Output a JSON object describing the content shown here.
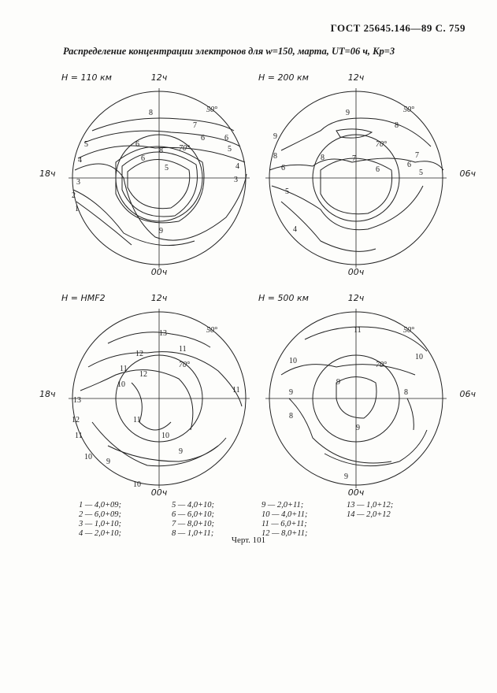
{
  "header": "ГОСТ 25645.146—89 С. 759",
  "title": "Распределение концентрации электронов для w=150, марта, UT=06 ч, Kp=3",
  "panels": [
    {
      "height": "H = 110 км",
      "north": "12ч",
      "south": "00ч",
      "west": "18ч",
      "east": "",
      "ring_label": "50°",
      "inner_label": "70°",
      "contours": [
        "8",
        "7",
        "6",
        "5",
        "4",
        "3",
        "2",
        "1",
        "6",
        "5",
        "8",
        "6",
        "9",
        "3",
        "6",
        "5",
        "4"
      ]
    },
    {
      "height": "H = 200 км",
      "north": "12ч",
      "south": "00ч",
      "west": "",
      "east": "06ч",
      "ring_label": "50°",
      "inner_label": "70°",
      "contours": [
        "9",
        "9",
        "8",
        "6",
        "8",
        "7",
        "6",
        "5",
        "4",
        "7",
        "6",
        "5",
        "8"
      ]
    },
    {
      "height": "H = HMF2",
      "north": "12ч",
      "south": "00ч",
      "west": "18ч",
      "east": "",
      "ring_label": "50°",
      "inner_label": "70°",
      "contours": [
        "13",
        "12",
        "11",
        "11",
        "12",
        "10",
        "11",
        "10",
        "13",
        "12",
        "11",
        "10",
        "9",
        "10",
        "9",
        "11"
      ]
    },
    {
      "height": "H = 500 км",
      "north": "12ч",
      "south": "00ч",
      "west": "",
      "east": "06ч",
      "ring_label": "50°",
      "inner_label": "70°",
      "contours": [
        "11",
        "10",
        "9",
        "8",
        "9",
        "8",
        "9",
        "10",
        "9"
      ]
    }
  ],
  "legend": [
    [
      "1 — 4,0+09;",
      "2 — 6,0+09;",
      "3 — 1,0+10;",
      "4 — 2,0+10;"
    ],
    [
      "5 — 4,0+10;",
      "6 — 6,0+10;",
      "7 — 8,0+10;",
      "8 — 1,0+11;"
    ],
    [
      "9 — 2,0+11;",
      "10 — 4,0+11;",
      "11 — 6,0+11;",
      "12 — 8,0+11;"
    ],
    [
      "13 — 1,0+12;",
      "14 — 2,0+12"
    ]
  ],
  "caption": "Черт. 101"
}
